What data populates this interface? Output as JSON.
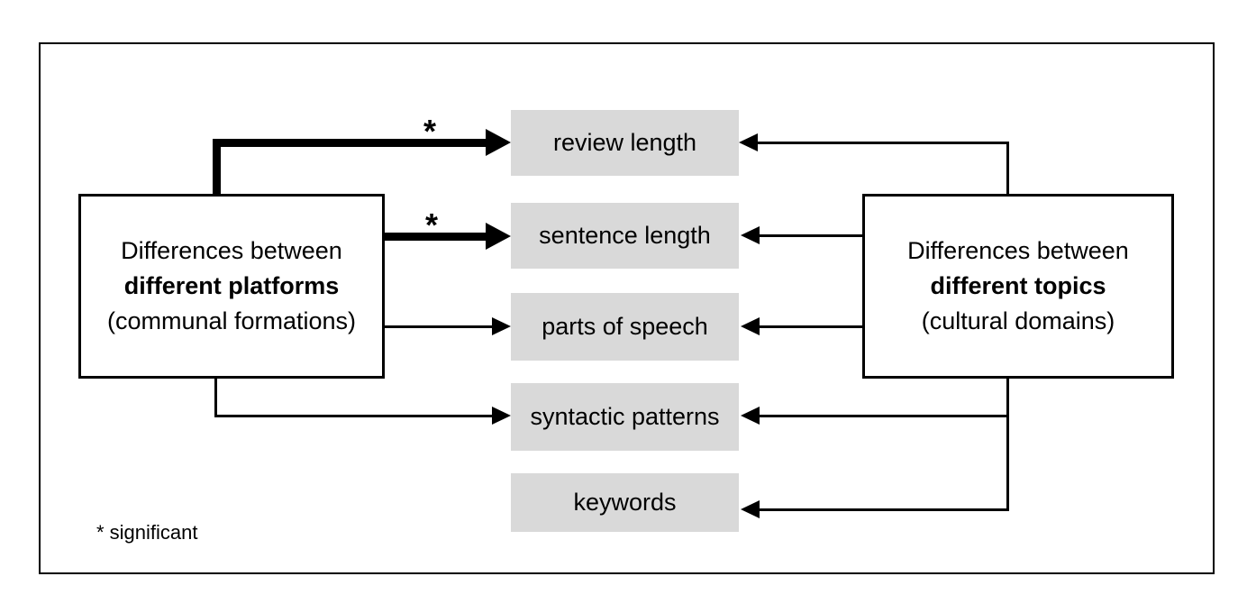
{
  "diagram": {
    "left_box": {
      "line1": "Differences between",
      "line2": "different platforms",
      "line3": "(communal formations)"
    },
    "right_box": {
      "line1": "Differences between",
      "line2": "different topics",
      "line3": "(cultural domains)"
    },
    "features": [
      {
        "label": "review length"
      },
      {
        "label": "sentence length"
      },
      {
        "label": "parts of speech"
      },
      {
        "label": "syntactic patterns"
      },
      {
        "label": "keywords"
      }
    ],
    "significance_marker": "*",
    "footnote": "* significant",
    "edges": [
      {
        "from": "different platforms",
        "to": "review length",
        "significant": true
      },
      {
        "from": "different platforms",
        "to": "sentence length",
        "significant": true
      },
      {
        "from": "different platforms",
        "to": "parts of speech",
        "significant": false
      },
      {
        "from": "different platforms",
        "to": "syntactic patterns",
        "significant": false
      },
      {
        "from": "different topics",
        "to": "review length",
        "significant": false
      },
      {
        "from": "different topics",
        "to": "sentence length",
        "significant": false
      },
      {
        "from": "different topics",
        "to": "parts of speech",
        "significant": false
      },
      {
        "from": "different topics",
        "to": "syntactic patterns",
        "significant": false
      },
      {
        "from": "different topics",
        "to": "keywords",
        "significant": false
      }
    ],
    "colors": {
      "feature_fill": "#d9d9d9",
      "line": "#000000",
      "background": "#ffffff"
    }
  }
}
